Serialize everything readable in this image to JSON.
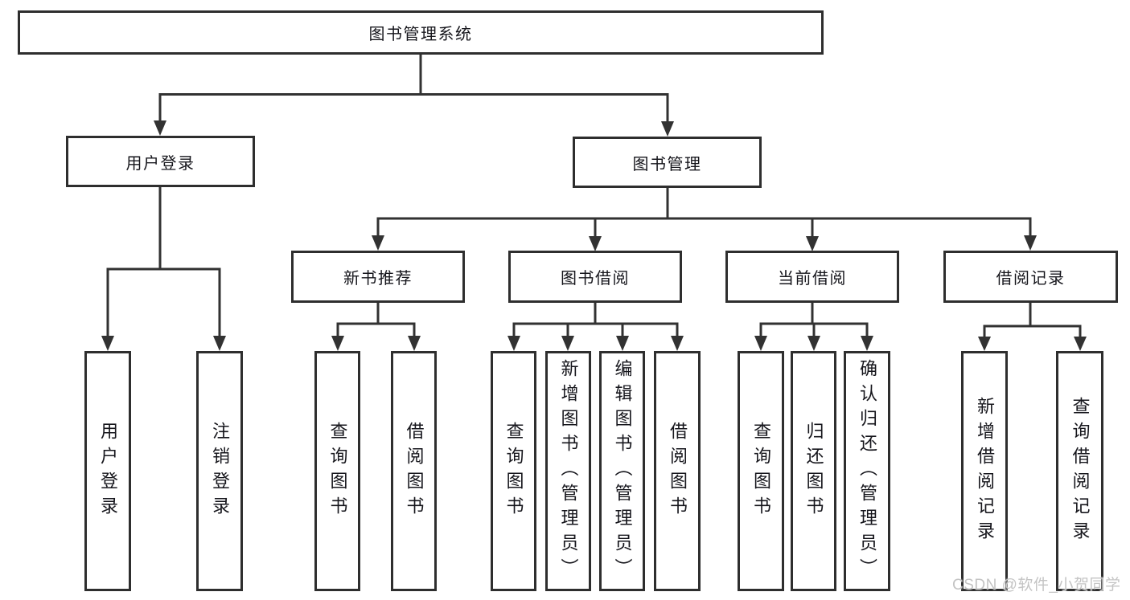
{
  "diagram": {
    "root": {
      "label": "图书管理系统"
    },
    "branches": [
      {
        "label": "用户登录",
        "children": [
          {
            "label": "用户登录"
          },
          {
            "label": "注销登录"
          }
        ]
      },
      {
        "label": "图书管理",
        "children": [
          {
            "label": "新书推荐",
            "children": [
              {
                "label": "查询图书"
              },
              {
                "label": "借阅图书"
              }
            ]
          },
          {
            "label": "图书借阅",
            "children": [
              {
                "label": "查询图书"
              },
              {
                "label": "新增图书（管理员）"
              },
              {
                "label": "编辑图书（管理员）"
              },
              {
                "label": "借阅图书"
              }
            ]
          },
          {
            "label": "当前借阅",
            "children": [
              {
                "label": "查询图书"
              },
              {
                "label": "归还图书"
              },
              {
                "label": "确认归还（管理员）"
              }
            ]
          },
          {
            "label": "借阅记录",
            "children": [
              {
                "label": "新增借阅记录"
              },
              {
                "label": "查询借阅记录"
              }
            ]
          }
        ]
      }
    ]
  },
  "watermark": {
    "text": "CSDN @软件_小贺同学"
  },
  "colors": {
    "line": "#323232",
    "box_border": "#2e2e2e",
    "text": "#16161c",
    "background": "#ffffff",
    "watermark": "#c4c4c4"
  }
}
